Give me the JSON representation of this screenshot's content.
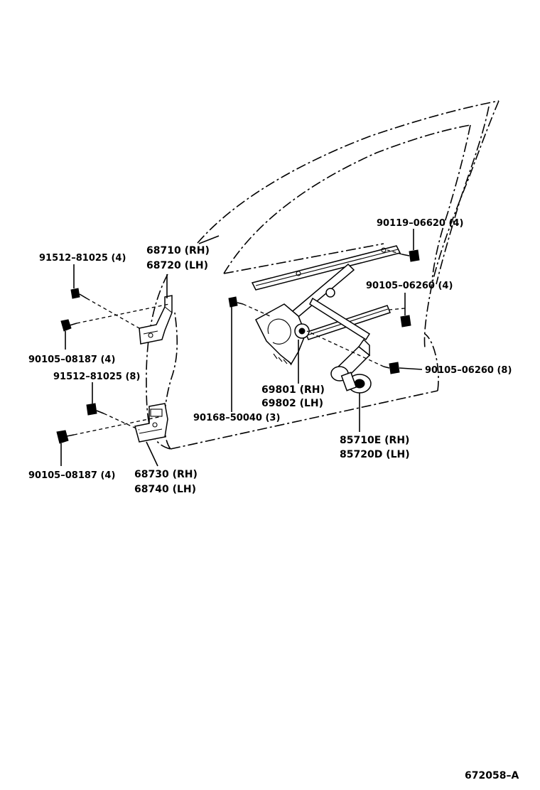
{
  "labels": {
    "p68710": "68710 (RH)",
    "p68720": "68720 (LH)",
    "p91512_top": "91512–81025 (4)",
    "p90105_08187_top": "90105–08187 (4)",
    "p91512_mid": "91512–81025 (8)",
    "p90105_08187_bot": "90105–08187 (4)",
    "p68730": "68730 (RH)",
    "p68740": "68740 (LH)",
    "p90119": "90119–06620 (4)",
    "p90105_06260_a": "90105–06260 (4)",
    "p90105_06260_b": "90105–06260 (8)",
    "p69801": "69801 (RH)",
    "p69802": "69802 (LH)",
    "p90168": "90168–50040 (3)",
    "p85710": "85710E (RH)",
    "p85720": "85720D (LH)"
  },
  "diagram_code": "672058–A"
}
